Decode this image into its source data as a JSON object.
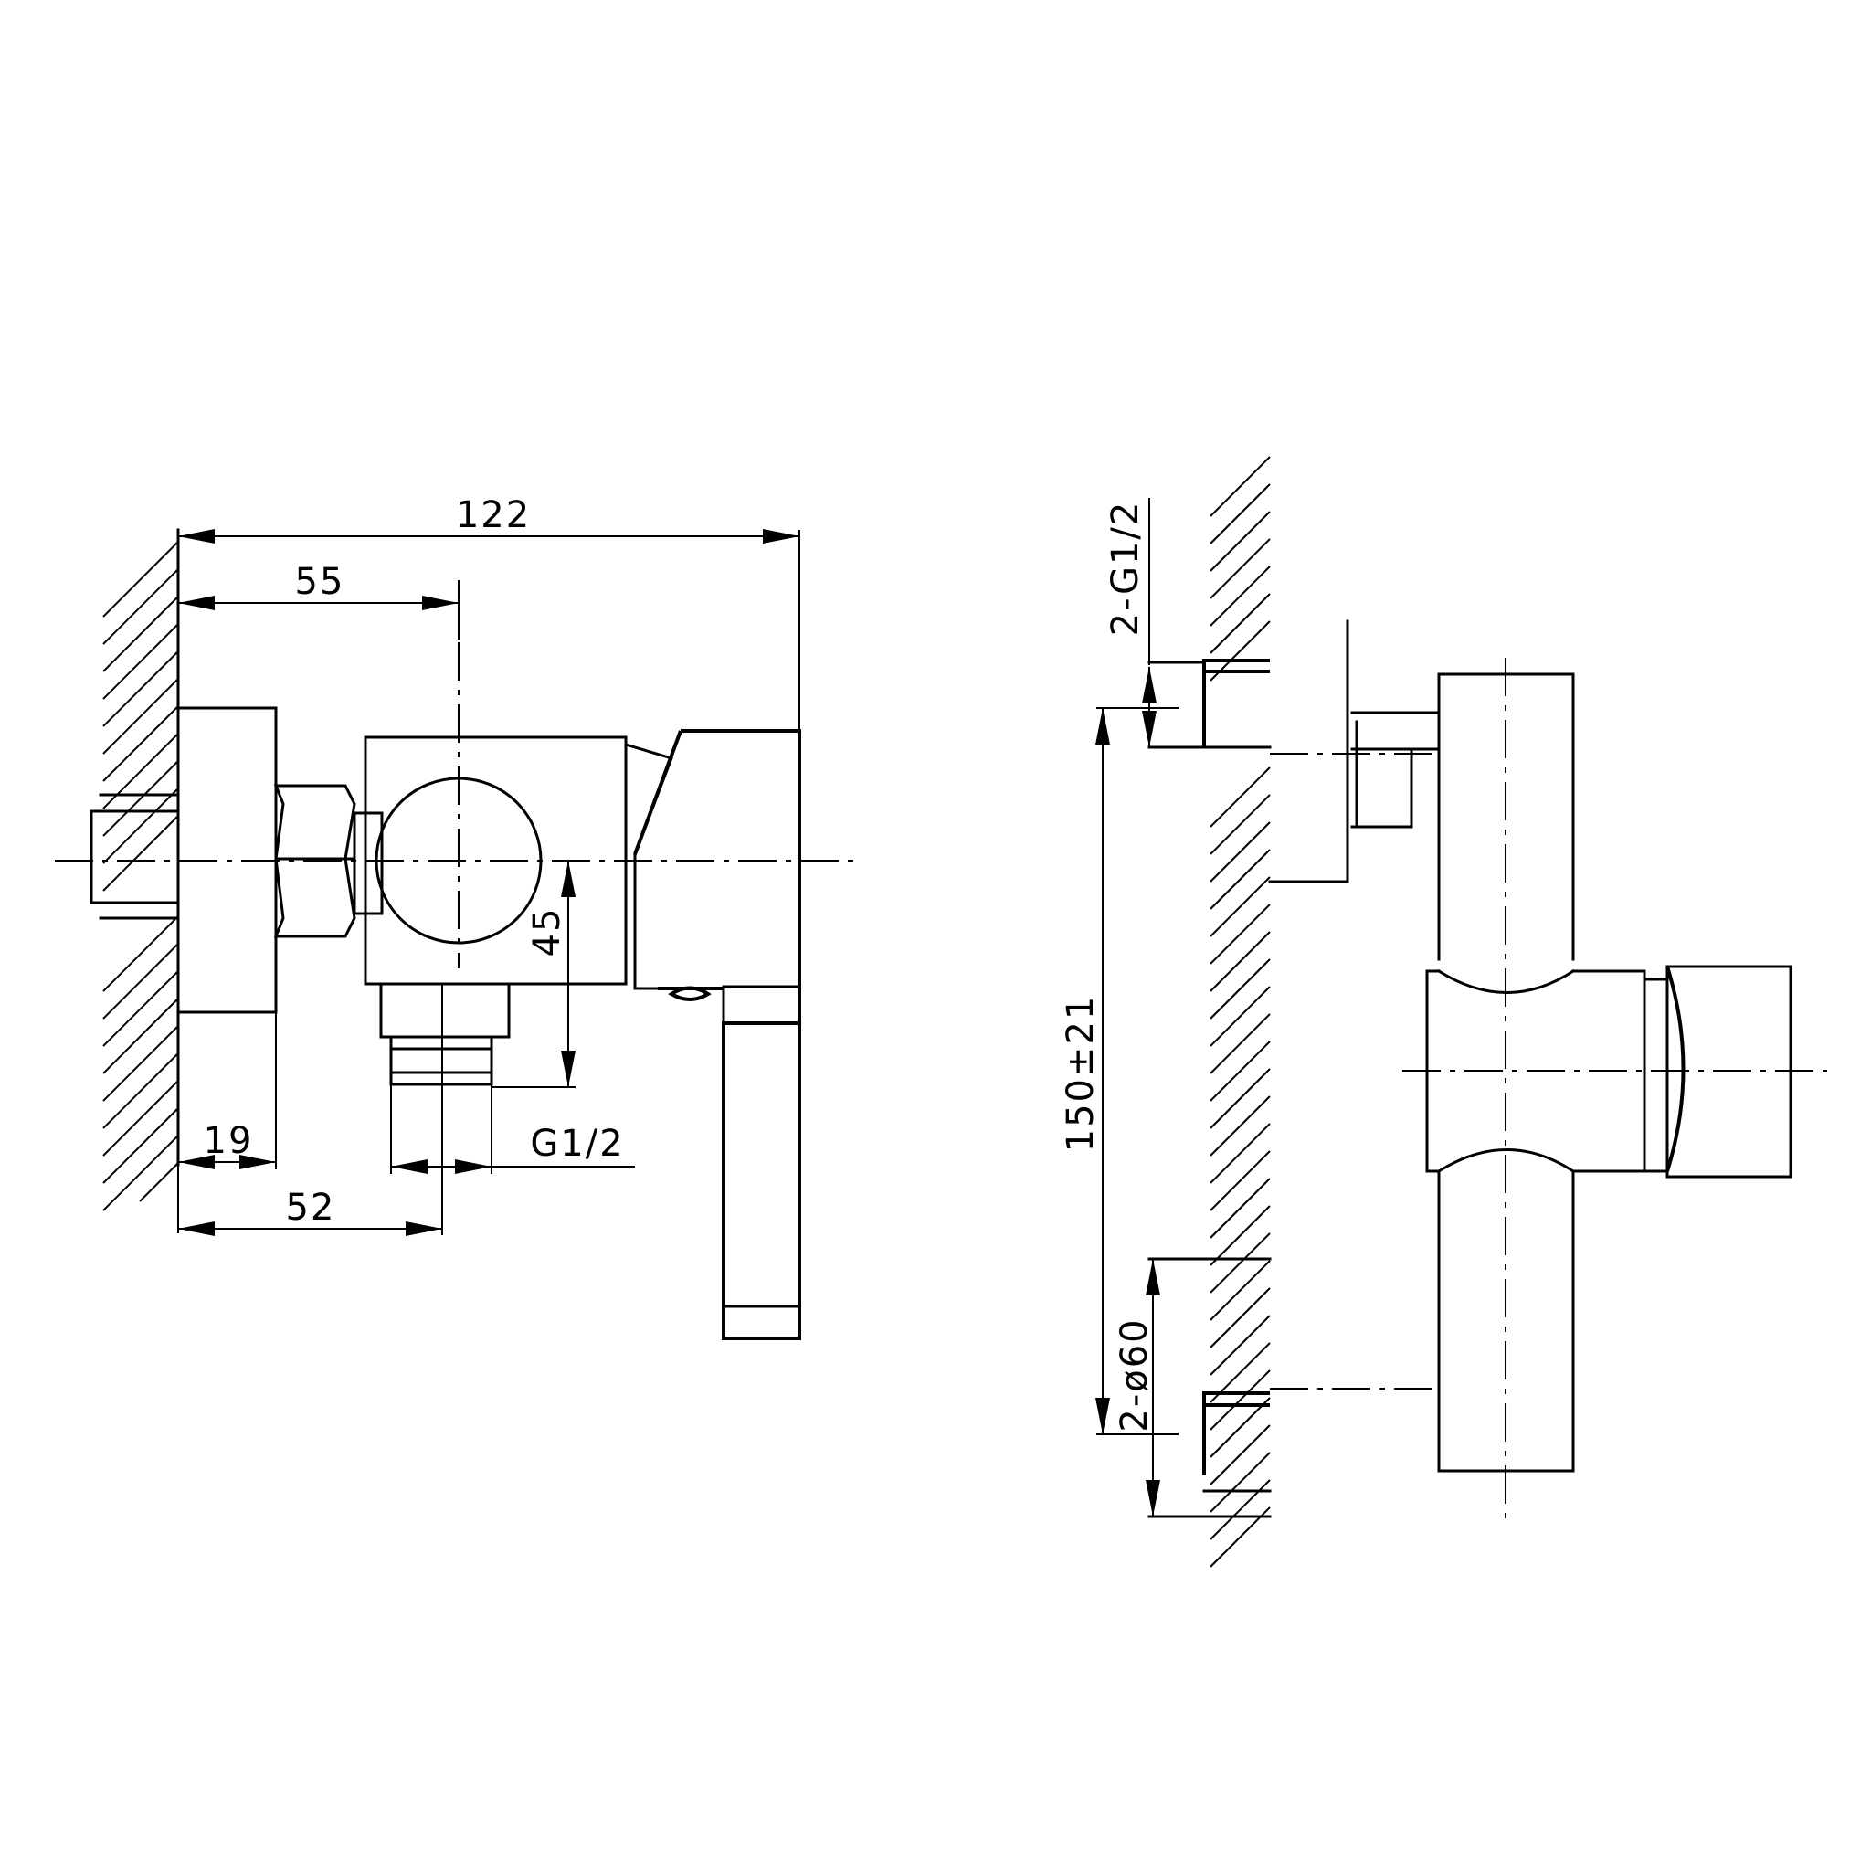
{
  "side_view": {
    "dim_overall_length": "122",
    "dim_wall_to_center": "55",
    "dim_outlet_height": "45",
    "dim_flange_thickness": "19",
    "dim_wall_to_outlet": "52",
    "outlet_thread": "G1/2"
  },
  "front_view": {
    "inlet_thread": "2-G1/2",
    "center_distance": "150±21",
    "flange_diameter": "2-ø60"
  }
}
